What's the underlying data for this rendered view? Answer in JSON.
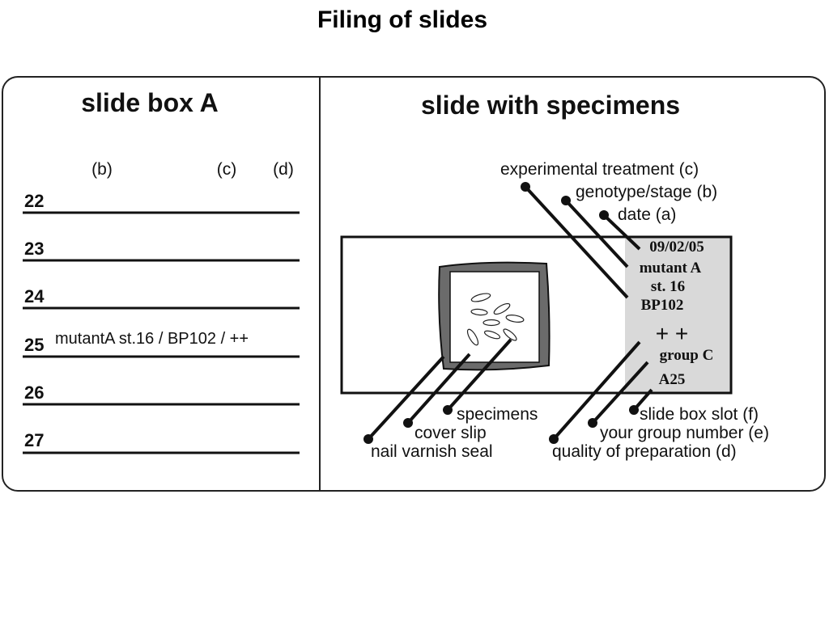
{
  "title": "Filing of slides",
  "slide_box": {
    "heading": "slide box A",
    "column_headers": [
      "(b)",
      "(c)",
      "(d)"
    ],
    "rows": [
      {
        "slot": "22",
        "entry": ""
      },
      {
        "slot": "23",
        "entry": ""
      },
      {
        "slot": "24",
        "entry": ""
      },
      {
        "slot": "25",
        "entry": "mutantA st.16 / BP102 / ++"
      },
      {
        "slot": "26",
        "entry": ""
      },
      {
        "slot": "27",
        "entry": ""
      }
    ]
  },
  "slide": {
    "heading": "slide with specimens",
    "label_lines": [
      "09/02/05",
      "mutant A",
      "st. 16",
      "BP102"
    ],
    "quality": "+ +",
    "group": "group C",
    "slot": "A25",
    "callouts_top": [
      "experimental treatment (c)",
      "genotype/stage (b)",
      "date (a)"
    ],
    "callouts_bottom_left": [
      "specimens",
      "cover slip",
      "nail varnish seal"
    ],
    "callouts_bottom_right": [
      "slide box slot (f)",
      "your group number (e)",
      "quality of preparation (d)"
    ]
  },
  "colors": {
    "label_area": "#d9d9d9",
    "seal": "#6b6b6b",
    "line": "#111111"
  }
}
